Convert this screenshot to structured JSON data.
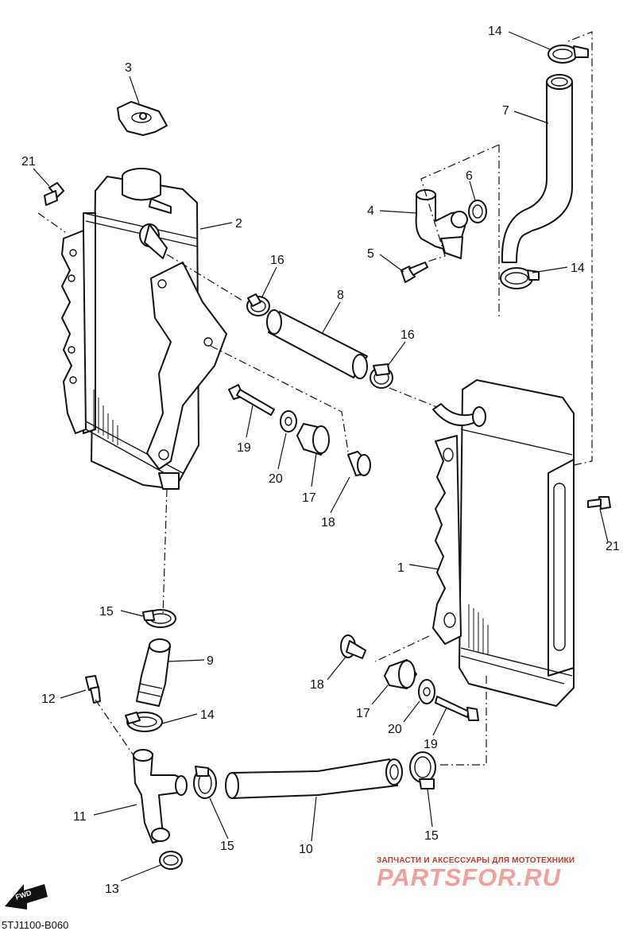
{
  "diagram": {
    "code": "5TJ1100-B060",
    "fwd_label": "FWD",
    "callouts": [
      {
        "id": "c3",
        "text": "3"
      },
      {
        "id": "c21a",
        "text": "21"
      },
      {
        "id": "c2",
        "text": "2"
      },
      {
        "id": "c14a",
        "text": "14"
      },
      {
        "id": "c7",
        "text": "7"
      },
      {
        "id": "c6",
        "text": "6"
      },
      {
        "id": "c4",
        "text": "4"
      },
      {
        "id": "c5",
        "text": "5"
      },
      {
        "id": "c14b",
        "text": "14"
      },
      {
        "id": "c16a",
        "text": "16"
      },
      {
        "id": "c8",
        "text": "8"
      },
      {
        "id": "c16b",
        "text": "16"
      },
      {
        "id": "c19a",
        "text": "19"
      },
      {
        "id": "c20a",
        "text": "20"
      },
      {
        "id": "c17a",
        "text": "17"
      },
      {
        "id": "c18a",
        "text": "18"
      },
      {
        "id": "c21b",
        "text": "21"
      },
      {
        "id": "c1",
        "text": "1"
      },
      {
        "id": "c15a",
        "text": "15"
      },
      {
        "id": "c9",
        "text": "9"
      },
      {
        "id": "c12",
        "text": "12"
      },
      {
        "id": "c14c",
        "text": "14"
      },
      {
        "id": "c18b",
        "text": "18"
      },
      {
        "id": "c17b",
        "text": "17"
      },
      {
        "id": "c20b",
        "text": "20"
      },
      {
        "id": "c19b",
        "text": "19"
      },
      {
        "id": "c11",
        "text": "11"
      },
      {
        "id": "c15b",
        "text": "15"
      },
      {
        "id": "c10",
        "text": "10"
      },
      {
        "id": "c15c",
        "text": "15"
      },
      {
        "id": "c13",
        "text": "13"
      }
    ]
  },
  "watermark": {
    "tagline": "ЗАПЧАСТИ И АКСЕССУАРЫ ДЛЯ МОТОТЕХНИКИ",
    "logo": "PARTSFOR.RU"
  }
}
